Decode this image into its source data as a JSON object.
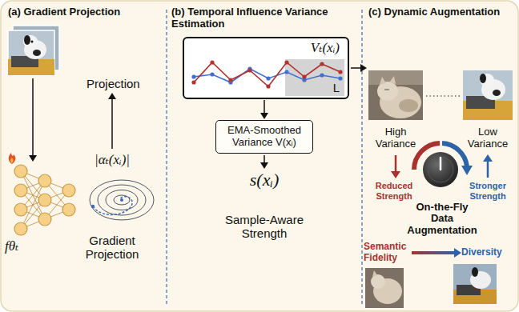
{
  "diagram": {
    "nodes": [
      {
        "text": [
          "Vₜ(xᵢ)",
          "L"
        ]
      },
      {
        "text": [
          "EMA-Smoothed Variance V(xᵢ)"
        ]
      }
    ],
    "edges": [
      {
        "from": 0,
        "to": 1,
        "arrow": "to"
      }
    ],
    "labels": [
      "(a) Gradient Projection",
      "Projection",
      "|αₜ(xᵢ)|",
      "fθₜ",
      "Gradient Projection",
      "(b) Temporal Influence Variance Estimation",
      "s(xᵢ)",
      "Sample-Aware Strength",
      "(c) Dynamic Augmentation",
      "High Variance",
      "Low Variance",
      "Reduced Strength",
      "Stronger Strength",
      "On-the-Fly Data Augmentation",
      "Semantic Fidelity",
      "Diversity"
    ]
  }
}
